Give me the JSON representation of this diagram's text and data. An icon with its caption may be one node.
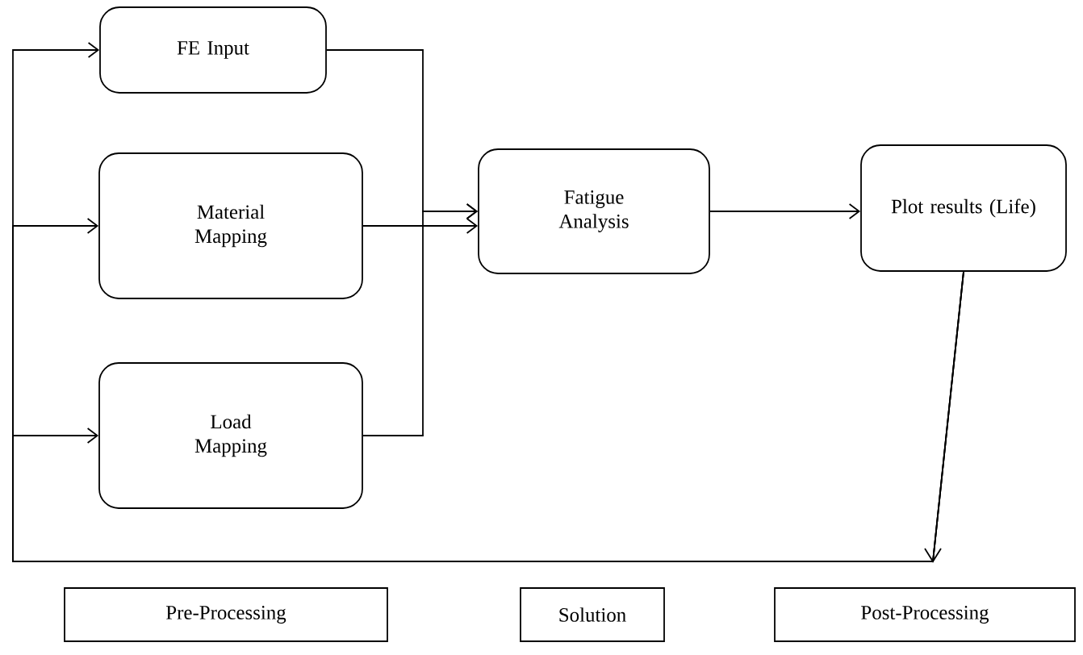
{
  "diagram": {
    "nodes": [
      {
        "text": [
          "FE Input"
        ]
      },
      {
        "text": [
          "Material Mapping"
        ]
      },
      {
        "text": [
          "Load Mapping"
        ]
      },
      {
        "text": [
          "Fatigue Analysis"
        ]
      },
      {
        "text": [
          "Plot results (Life)"
        ]
      },
      {
        "text": [
          "Pre-Processing"
        ]
      },
      {
        "text": [
          "Solution"
        ]
      },
      {
        "text": [
          "Post-Processing"
        ]
      }
    ],
    "edges": [
      {
        "from": 0,
        "to": 3,
        "arrow": "to"
      },
      {
        "from": 1,
        "to": 3,
        "arrow": "to"
      },
      {
        "from": 2,
        "to": 3,
        "arrow": "to"
      },
      {
        "from": 3,
        "to": 4,
        "arrow": "to"
      },
      {
        "from": 4,
        "to": 0,
        "arrow": "to"
      },
      {
        "from": 4,
        "to": 1,
        "arrow": "to"
      },
      {
        "from": 4,
        "to": 2,
        "arrow": "to"
      }
    ]
  }
}
